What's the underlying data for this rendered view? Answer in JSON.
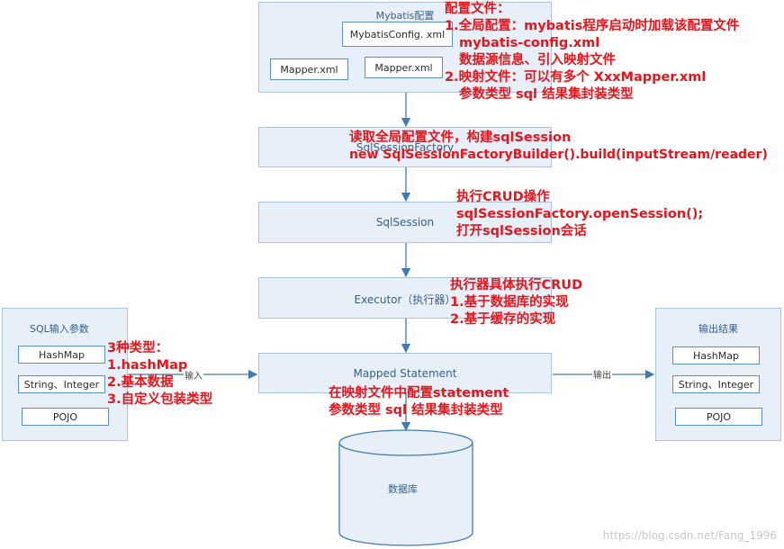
{
  "mybatis": {
    "title": "Mybatis配置",
    "config_file": "MybatisConfig. xml",
    "mapper1": "Mapper.xml",
    "mapper2": "Mapper.xml"
  },
  "factory": {
    "title": "SqlSessionFactory"
  },
  "session": {
    "title": "SqlSession"
  },
  "executor": {
    "title": "Executor（执行器）"
  },
  "mapped": {
    "title": "Mapped Statement"
  },
  "database": {
    "title": "数据库"
  },
  "input": {
    "title": "SQL输入参数",
    "items": [
      "HashMap",
      "String、Integer",
      "POJO"
    ],
    "arrow_label": "输入"
  },
  "output": {
    "title": "输出结果",
    "items": [
      "HashMap",
      "String、Integer",
      "POJO"
    ],
    "arrow_label": "输出"
  },
  "annotations": {
    "config": [
      "配置文件：",
      "1.全局配置：mybatis程序启动时加载该配置文件",
      "mybatis-config.xml",
      "数据源信息、引入映射文件",
      "2.映射文件：可以有多个 XxxMapper.xml",
      "参数类型 sql 结果集封装类型"
    ],
    "factory": [
      "读取全局配置文件，构建sqlSession",
      "new SqlSessionFactoryBuilder().build(inputStream/reader)"
    ],
    "session": [
      "执行CRUD操作",
      "sqlSessionFactory.openSession();",
      "打开sqlSession会话"
    ],
    "executor": [
      "执行器具体执行CRUD",
      "1.基于数据库的实现",
      "2.基于缓存的实现"
    ],
    "types": [
      "3种类型：",
      "1.hashMap",
      "2.基本数据",
      "3.自定义包装类型"
    ],
    "mapped": [
      "在映射文件中配置statement",
      "参数类型 sql 结果集封装类型"
    ]
  },
  "watermark": "https://blog.csdn.net/Fang_1996",
  "colors": {
    "box_fill": "#e7eff8",
    "box_border": "#a9c4de",
    "inner_border": "#5b8fc7",
    "arrow": "#3f7ab8",
    "annotation": "#e8141b"
  }
}
